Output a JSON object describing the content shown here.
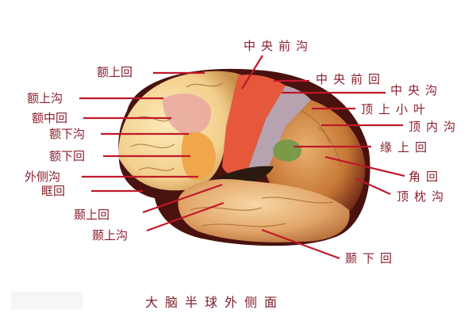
{
  "figure": {
    "title": "大脑半球外侧面",
    "colors": {
      "label_text": "#8a1f2c",
      "leader_line": "#c0182a",
      "frontal_lobe": "#f4d9a0",
      "precentral_gyrus": "#e8553b",
      "postcentral_gyrus": "#b9a7b4",
      "supramarginal": "#6f9a48",
      "parietal": "#c97a3c",
      "temporal": "#e9b678",
      "occipital_edge": "#5a1a14"
    }
  },
  "labels_left": [
    {
      "id": "superior-frontal-gyrus",
      "text": "额上回"
    },
    {
      "id": "superior-frontal-sulcus",
      "text": "额上沟"
    },
    {
      "id": "middle-frontal-gyrus",
      "text": "额中回"
    },
    {
      "id": "inferior-frontal-sulcus",
      "text": "额下沟"
    },
    {
      "id": "inferior-frontal-gyrus",
      "text": "额下回"
    },
    {
      "id": "lateral-sulcus",
      "text": "外侧沟"
    },
    {
      "id": "orbital-gyrus",
      "text": "眶回"
    },
    {
      "id": "superior-temporal-gyrus",
      "text": "颞上回"
    },
    {
      "id": "superior-temporal-sulcus",
      "text": "颞上沟"
    }
  ],
  "labels_right": [
    {
      "id": "precentral-sulcus",
      "text": "中央前沟"
    },
    {
      "id": "precentral-gyrus",
      "text": "中央前回"
    },
    {
      "id": "central-sulcus",
      "text": "中央沟"
    },
    {
      "id": "superior-parietal-lobule",
      "text": "顶上小叶"
    },
    {
      "id": "intraparietal-sulcus",
      "text": "顶内沟"
    },
    {
      "id": "supramarginal-gyrus",
      "text": "缘上回"
    },
    {
      "id": "angular-gyrus",
      "text": "角回"
    },
    {
      "id": "parieto-occipital-sulcus",
      "text": "顶枕沟"
    },
    {
      "id": "inferior-temporal-gyrus",
      "text": "颞下回"
    }
  ]
}
